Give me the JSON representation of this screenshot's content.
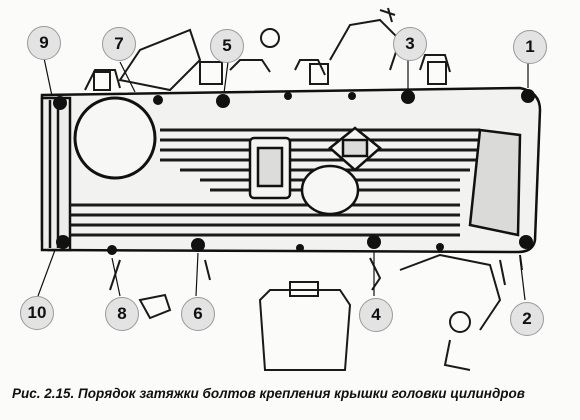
{
  "caption": "Рис. 2.15. Порядок затяжки болтов крепления крышки головки цилиндров",
  "callouts": [
    {
      "id": "callout-1",
      "label": "1"
    },
    {
      "id": "callout-2",
      "label": "2"
    },
    {
      "id": "callout-3",
      "label": "3"
    },
    {
      "id": "callout-4",
      "label": "4"
    },
    {
      "id": "callout-5",
      "label": "5"
    },
    {
      "id": "callout-6",
      "label": "6"
    },
    {
      "id": "callout-7",
      "label": "7"
    },
    {
      "id": "callout-8",
      "label": "8"
    },
    {
      "id": "callout-9",
      "label": "9"
    },
    {
      "id": "callout-10",
      "label": "10"
    }
  ]
}
